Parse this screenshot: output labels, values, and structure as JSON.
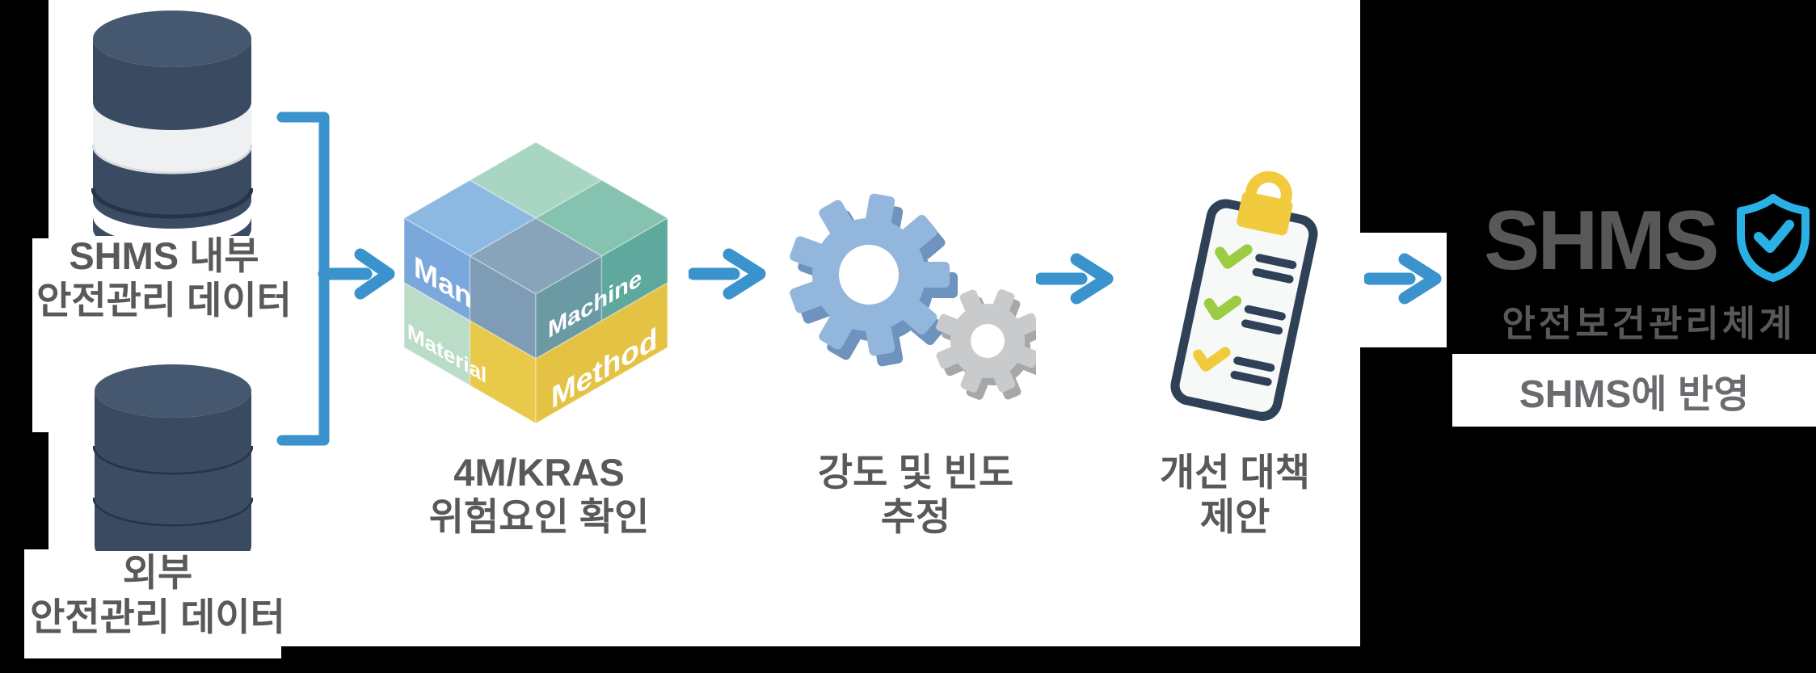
{
  "stages": [
    {
      "id": "db-internal",
      "line1": "SHMS 내부",
      "line2": "안전관리 데이터"
    },
    {
      "id": "db-external",
      "line1": "외부",
      "line2": "안전관리 데이터"
    },
    {
      "id": "cube-4m",
      "line1": "4M/KRAS",
      "line2": "위험요인 확인"
    },
    {
      "id": "gears",
      "line1": "강도 및 빈도",
      "line2": "추정"
    },
    {
      "id": "clipboard",
      "line1": "개선 대책",
      "line2": "제안"
    }
  ],
  "cube_faces": {
    "man": "Man",
    "machine": "Machine",
    "material": "Material",
    "method": "Method"
  },
  "result": {
    "title": "SHMS",
    "subtitle": "안전보건관리체계",
    "caption": "SHMS에 반영"
  },
  "colors": {
    "accent_blue": "#3a93cc",
    "shield_blue": "#29b1e6",
    "label_gray": "#58595b",
    "caption_gray": "#6a6b6e",
    "db_navy": "#3c4c63",
    "db_navy_top": "#46586f",
    "db_white_band": "#eef0f2",
    "cube_man": "#7ba8dc",
    "cube_man_top": "#8cb9e1",
    "cube_material": "#bbdcc7",
    "cube_machine": "#5fa89d",
    "cube_machine_inner": "#6b9aa4",
    "cube_method": "#e4c243",
    "cube_method_side": "#e9c94a",
    "cube_top_back": "#a9d6c2",
    "cube_top_right": "#85c2b0",
    "cube_top_front": "#87a4ba",
    "cube_slate": "#7e9cb6",
    "gear_blue": "#93b7dc",
    "gear_blue_side": "#6e93bf",
    "gear_gray": "#c9cacc",
    "gear_gray_side": "#a6a7a9",
    "clipboard_navy": "#2f4157",
    "clipboard_paper": "#f7f8f8",
    "clip_yellow": "#f2ca3d",
    "check_green": "#9ccb44"
  }
}
